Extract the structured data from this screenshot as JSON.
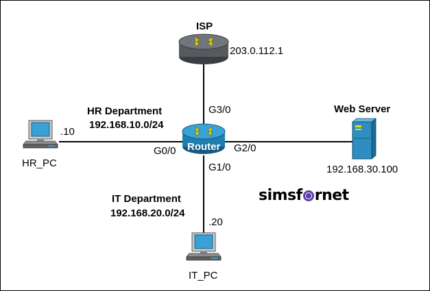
{
  "nodes": {
    "isp": {
      "label": "ISP",
      "ip": "203.0.112.1"
    },
    "router": {
      "label": "Router"
    },
    "hr_pc": {
      "label": "HR_PC",
      "ip_suffix": ".10"
    },
    "it_pc": {
      "label": "IT_PC",
      "ip_suffix": ".20"
    },
    "web_server": {
      "label": "Web Server",
      "ip": "192.168.30.100"
    }
  },
  "interfaces": {
    "g0_0": "G0/0",
    "g1_0": "G1/0",
    "g2_0": "G2/0",
    "g3_0": "G3/0"
  },
  "networks": {
    "hr": {
      "name": "HR Department",
      "subnet": "192.168.10.0/24"
    },
    "it": {
      "name": "IT Department",
      "subnet": "192.168.20.0/24"
    }
  },
  "watermark": {
    "text_before": "simsf",
    "text_after": "rnet"
  },
  "colors": {
    "router_blue": "#1e7fb0",
    "isp_gray": "#555a5e",
    "arrow_yellow": "#f2d41c",
    "server_blue": "#2f8ec0",
    "pc_screen": "#3aa0d8",
    "brand_purple": "#5b3fa6"
  }
}
